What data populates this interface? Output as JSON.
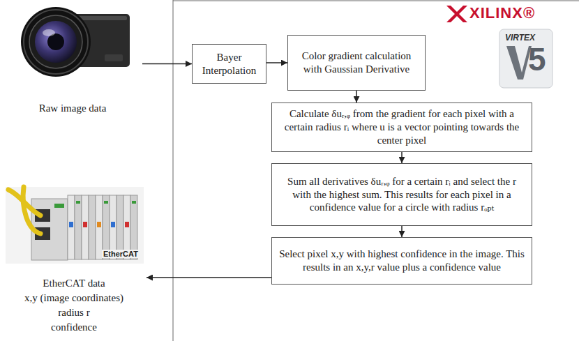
{
  "diagram": {
    "nodes": [
      {
        "text": [
          "Raw image data"
        ]
      },
      {
        "text": [
          "Bayer Interpolation"
        ]
      },
      {
        "text": [
          "Color gradient calculation with Gaussian Derivative"
        ]
      },
      {
        "text": [
          "Calculate δuᵣ,ᵩ from the gradient for each pixel with a certain radius rᵢ where u is a vector pointing towards the center pixel"
        ]
      },
      {
        "text": [
          "Sum all derivatives δuᵣ,ᵩ for a certain rᵢ and select the r with the highest sum. This results for each pixel in a confidence value for a circle with radius rₒₚₜ"
        ]
      },
      {
        "text": [
          "Select pixel x,y with highest confidence in the image. This results in an x,y,r value plus a confidence value"
        ]
      },
      {
        "text": [
          "EtherCAT data",
          "x,y (image coordinates)",
          "radius r",
          "confidence"
        ]
      }
    ],
    "edges": [
      {
        "from": 0,
        "to": 1,
        "arrow": "to"
      },
      {
        "from": 1,
        "to": 2,
        "arrow": "to"
      },
      {
        "from": 2,
        "to": 3,
        "arrow": "to"
      },
      {
        "from": 3,
        "to": 4,
        "arrow": "to"
      },
      {
        "from": 4,
        "to": 5,
        "arrow": "to"
      },
      {
        "from": 5,
        "to": 6,
        "arrow": "to"
      }
    ],
    "labels": [
      "XILINX®",
      "VIRTEX",
      "5",
      "EtherCAT"
    ]
  }
}
